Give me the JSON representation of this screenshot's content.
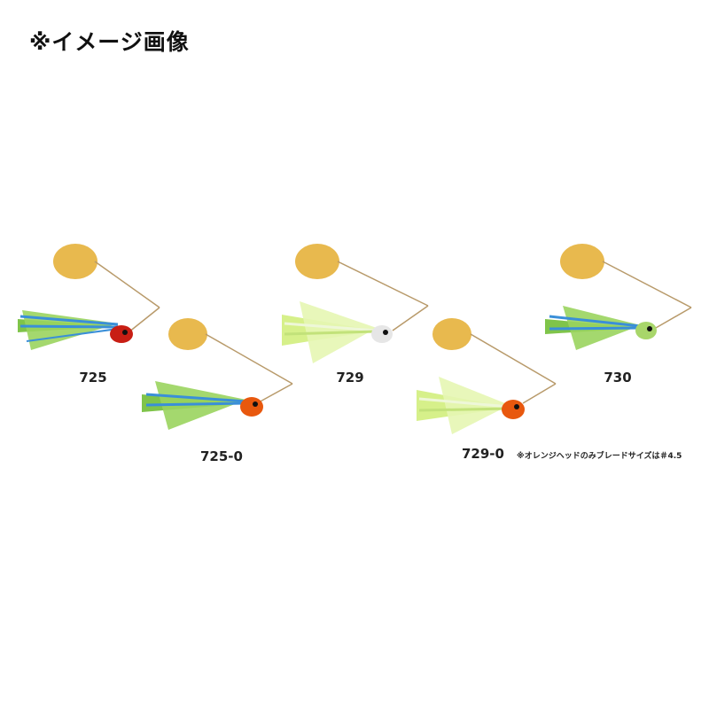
{
  "header": {
    "note": "※イメージ画像"
  },
  "lures": [
    {
      "code": "725",
      "skirt": "#7fc44a",
      "accent": "#3a8fd8",
      "head": "#c81e14",
      "blade": "#e8b94e"
    },
    {
      "code": "725-0",
      "skirt": "#7fc44a",
      "accent": "#3a8fd8",
      "head": "#e8580e",
      "blade": "#e8b94e"
    },
    {
      "code": "729",
      "skirt": "#d6f08a",
      "accent": "#eef7d8",
      "head": "#e6e6e6",
      "blade": "#e8b94e"
    },
    {
      "code": "729-0",
      "skirt": "#d6f08a",
      "accent": "#eef7d8",
      "head": "#e8580e",
      "blade": "#e8b94e"
    },
    {
      "code": "730",
      "skirt": "#7fc44a",
      "accent": "#3a8fd8",
      "head": "#a8d66a",
      "blade": "#e8b94e"
    }
  ],
  "footnote": "※オレンジヘッドのみブレードサイズは＃4.5"
}
